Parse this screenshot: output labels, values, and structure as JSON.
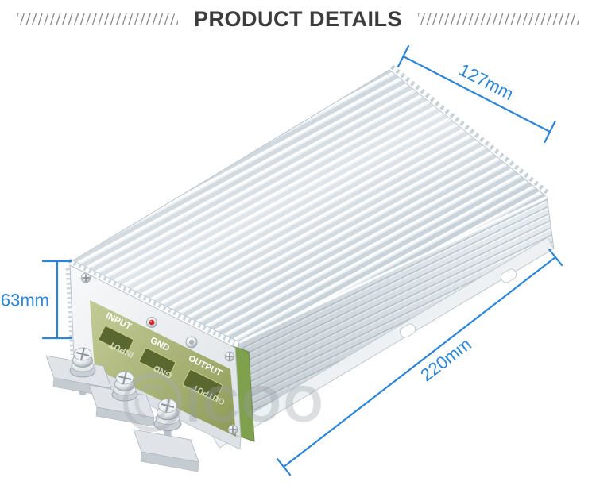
{
  "header": {
    "title": "PRODUCT DETAILS"
  },
  "dimensions": {
    "width": {
      "label": "127mm"
    },
    "height": {
      "label": "63mm"
    },
    "length": {
      "label": "220mm"
    }
  },
  "terminal_panel": {
    "labels": [
      "INPUT",
      "GND",
      "OUTPUT"
    ]
  },
  "watermark": {
    "text": "ICOO"
  },
  "colors": {
    "dimension_blue": "#2b85d8",
    "title_gray": "#3c3c3c",
    "heatsink_fin": "#c3ced6",
    "pcb_label_green": "#a9b56b",
    "label_window_olive": "#5a682f",
    "led_red": "#d6252b"
  }
}
